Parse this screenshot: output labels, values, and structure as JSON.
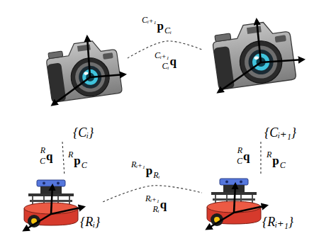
{
  "diagram": {
    "nodes": [
      {
        "text": [
          "{Cᵢ}"
        ]
      },
      {
        "text": [
          "{Cᵢ₊₁}"
        ]
      },
      {
        "text": [
          "{Rᵢ}"
        ]
      },
      {
        "text": [
          "{Rᵢ₊₁}"
        ]
      }
    ],
    "edges": [
      {
        "from": 0,
        "to": 1,
        "arrow": "none"
      },
      {
        "from": 0,
        "to": 2,
        "arrow": "none"
      },
      {
        "from": 1,
        "to": 3,
        "arrow": "none"
      },
      {
        "from": 2,
        "to": 3,
        "arrow": "none"
      }
    ],
    "labels": [
      "Cᵢ₊₁",
      "p",
      "Cᵢ",
      "Cᵢ₊₁",
      "Cᵢ",
      "q",
      "R",
      "C",
      "q",
      "R",
      "p",
      "C",
      "R",
      "C",
      "q",
      "R",
      "p",
      "C",
      "Rᵢ₊₁",
      "p",
      "Rᵢ",
      "Rᵢ₊₁",
      "Rᵢ",
      "q"
    ]
  }
}
